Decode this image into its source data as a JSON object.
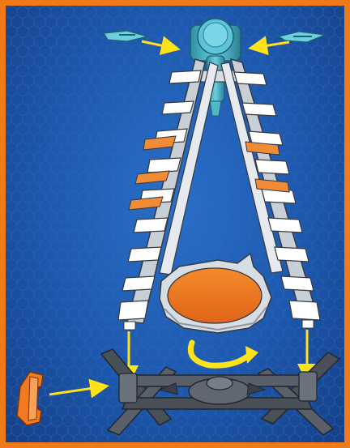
{
  "scene": {
    "type": "exploded-assembly-illustration",
    "parts": [
      "left-clip",
      "right-clip",
      "top-hub",
      "left-ladder-arm",
      "right-ladder-arm",
      "orange-launch-disc",
      "base-stand",
      "orange-side-connector"
    ],
    "arrows": [
      "left-clip-arrow",
      "right-clip-arrow",
      "rotation-arrow",
      "left-down-arrow",
      "right-down-arrow",
      "connector-arrow"
    ]
  },
  "colors": {
    "frame": "#f07a18",
    "background": "#1d58ad",
    "hex_pattern": "#2d6ac2",
    "part_light": "#e8ecf0",
    "part_mid": "#aab2bc",
    "part_dark": "#4a5058",
    "accent_teal": "#3fb4c8",
    "accent_orange": "#f07a22",
    "arrow": "#ffe21a"
  }
}
